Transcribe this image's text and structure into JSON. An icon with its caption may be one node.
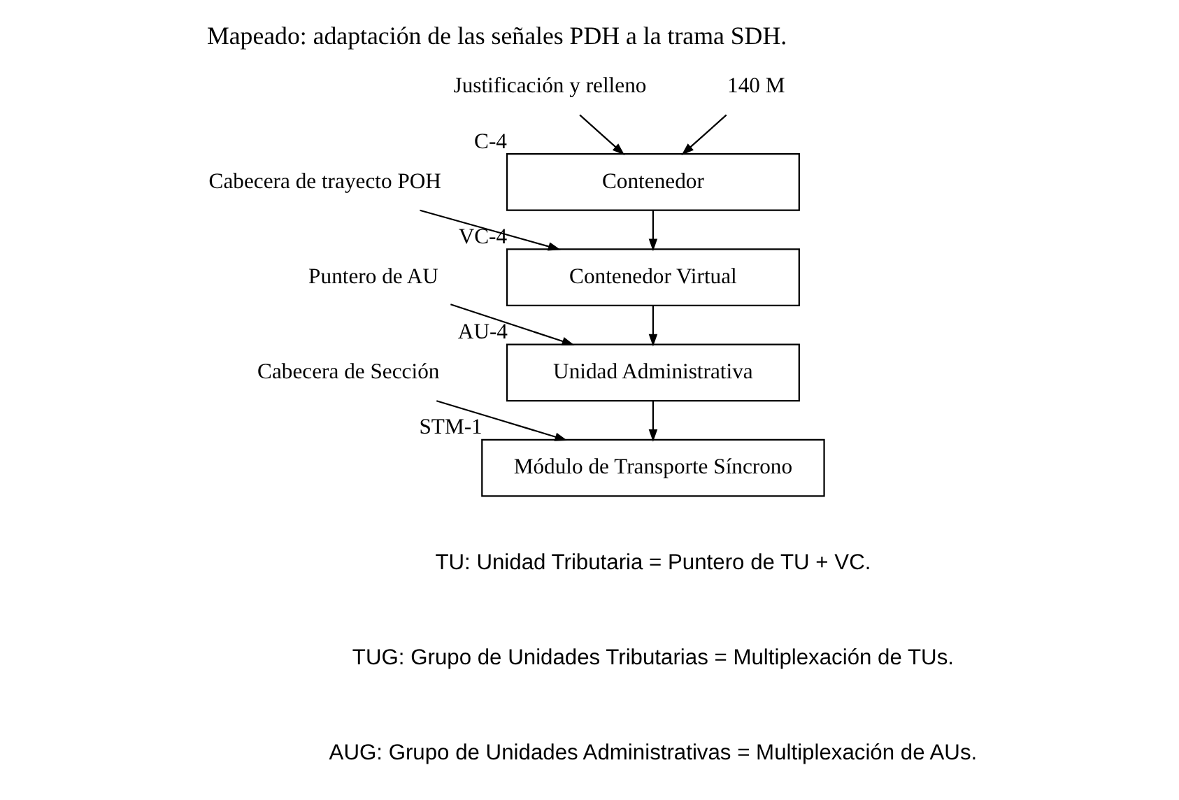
{
  "diagram": {
    "title": "Mapeado: adaptación de las señales PDH a la trama SDH.",
    "nodes": [
      {
        "text": [
          "140 M"
        ]
      },
      {
        "text": [
          "Justificación y relleno"
        ]
      },
      {
        "text": [
          "Contenedor"
        ],
        "beside": [
          "C-4"
        ]
      },
      {
        "text": [
          "Cabecera de trayecto POH"
        ]
      },
      {
        "text": [
          "Contenedor Virtual"
        ],
        "beside": [
          "VC-4"
        ]
      },
      {
        "text": [
          "Puntero de AU"
        ]
      },
      {
        "text": [
          "Unidad Administrativa"
        ],
        "beside": [
          "AU-4"
        ]
      },
      {
        "text": [
          "Cabecera de Sección"
        ]
      },
      {
        "text": [
          "Módulo de Transporte Síncrono"
        ],
        "beside": [
          "STM-1"
        ]
      }
    ],
    "edges": [
      {
        "from": 0,
        "to": 2,
        "arrow": "to"
      },
      {
        "from": 1,
        "to": 2,
        "arrow": "to"
      },
      {
        "from": 2,
        "to": 4,
        "arrow": "to"
      },
      {
        "from": 3,
        "to": 4,
        "arrow": "to"
      },
      {
        "from": 4,
        "to": 6,
        "arrow": "to"
      },
      {
        "from": 5,
        "to": 6,
        "arrow": "to"
      },
      {
        "from": 6,
        "to": 8,
        "arrow": "to"
      },
      {
        "from": 7,
        "to": 8,
        "arrow": "to"
      }
    ],
    "labels": [
      "TU: Unidad Tributaria = Puntero de TU + VC.",
      "TUG: Grupo de Unidades Tributarias = Multiplexación de TUs.",
      "AUG: Grupo de Unidades Administrativas = Multiplexación de AUs."
    ]
  }
}
